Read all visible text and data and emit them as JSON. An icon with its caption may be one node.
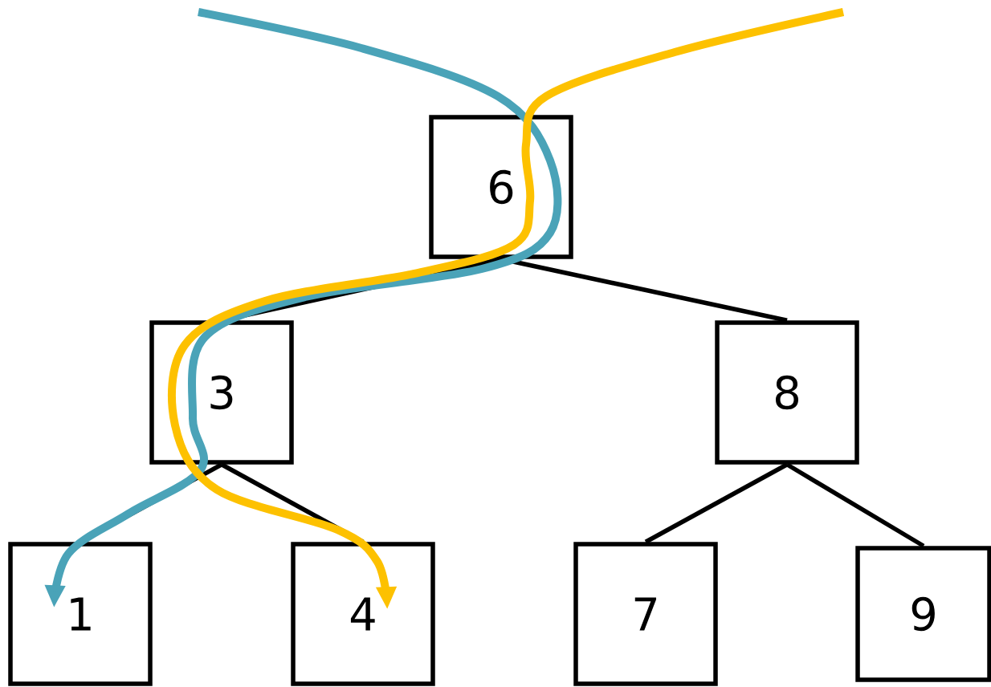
{
  "diagram": {
    "nodes": [
      {
        "text": [
          "6"
        ]
      },
      {
        "text": [
          "3"
        ]
      },
      {
        "text": [
          "8"
        ]
      },
      {
        "text": [
          "1"
        ]
      },
      {
        "text": [
          "4"
        ]
      },
      {
        "text": [
          "7"
        ]
      },
      {
        "text": [
          "9"
        ]
      }
    ],
    "edges": [
      {
        "from": 0,
        "to": 1,
        "arrow": "none"
      },
      {
        "from": 0,
        "to": 2,
        "arrow": "none"
      },
      {
        "from": 1,
        "to": 3,
        "arrow": "none"
      },
      {
        "from": 1,
        "to": 4,
        "arrow": "none"
      },
      {
        "from": 2,
        "to": 5,
        "arrow": "none"
      },
      {
        "from": 2,
        "to": 6,
        "arrow": "none"
      },
      {
        "from": null,
        "to": 3,
        "arrow": "to",
        "style": "thick",
        "color": "#4aa3b8"
      },
      {
        "from": null,
        "to": 4,
        "arrow": "to",
        "style": "thick",
        "color": "#fdc100"
      }
    ]
  }
}
